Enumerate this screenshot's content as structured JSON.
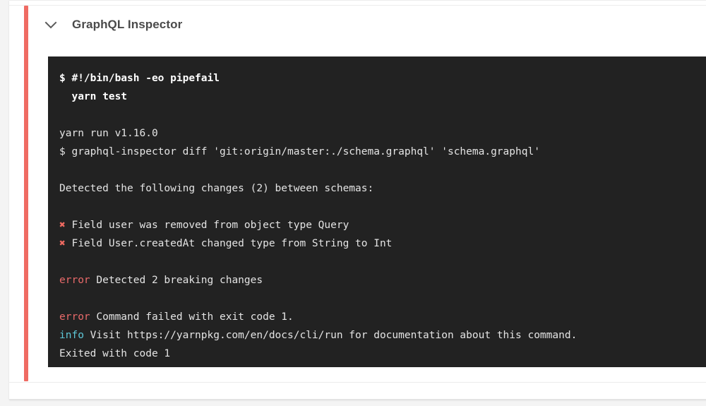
{
  "page": {
    "background_color": "#f4f4f4",
    "card_background": "#ffffff"
  },
  "step": {
    "title": "GraphQL Inspector",
    "status_color": "#ef6b63",
    "collapse_icon": "chevron-down-icon",
    "expanded": true
  },
  "terminal": {
    "background_color": "#222222",
    "text_color": "#e6e6e6",
    "error_color": "#e96a6a",
    "info_color": "#5ec8d8",
    "cross_glyph": "✖",
    "lines": [
      {
        "type": "command",
        "text": "$ #!/bin/bash -eo pipefail"
      },
      {
        "type": "command",
        "text": "  yarn test"
      },
      {
        "type": "blank",
        "text": ""
      },
      {
        "type": "plain",
        "text": "yarn run v1.16.0"
      },
      {
        "type": "plain",
        "text": "$ graphql-inspector diff 'git:origin/master:./schema.graphql' 'schema.graphql'"
      },
      {
        "type": "blank",
        "text": ""
      },
      {
        "type": "plain",
        "text": "Detected the following changes (2) between schemas:"
      },
      {
        "type": "blank",
        "text": ""
      },
      {
        "type": "cross",
        "token": "✖",
        "text": " Field user was removed from object type Query"
      },
      {
        "type": "cross",
        "token": "✖",
        "text": " Field User.createdAt changed type from String to Int"
      },
      {
        "type": "blank",
        "text": ""
      },
      {
        "type": "error",
        "token": "error",
        "text": " Detected 2 breaking changes"
      },
      {
        "type": "blank",
        "text": ""
      },
      {
        "type": "error",
        "token": "error",
        "text": " Command failed with exit code 1."
      },
      {
        "type": "info",
        "token": "info",
        "text": " Visit https://yarnpkg.com/en/docs/cli/run for documentation about this command."
      },
      {
        "type": "plain",
        "text": "Exited with code 1"
      }
    ]
  }
}
